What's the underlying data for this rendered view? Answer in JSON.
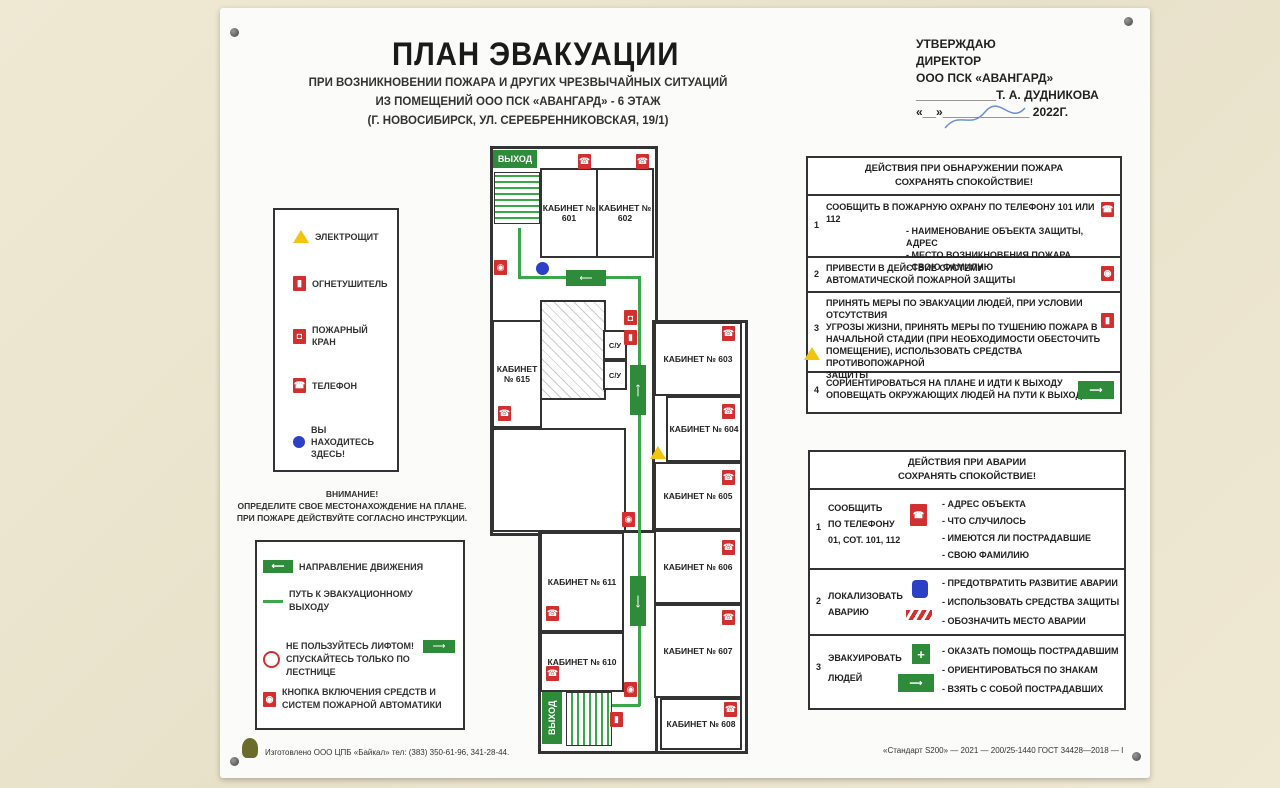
{
  "title": "ПЛАН ЭВАКУАЦИИ",
  "subtitle_lines": [
    "ПРИ ВОЗНИКНОВЕНИИ ПОЖАРА И ДРУГИХ ЧРЕЗВЫЧАЙНЫХ СИТУАЦИЙ",
    "ИЗ ПОМЕЩЕНИЙ ООО ПСК «АВАНГАРД» - 6 ЭТАЖ",
    "(Г. НОВОСИБИРСК, УЛ. СЕРЕБРЕННИКОВСКАЯ, 19/1)"
  ],
  "approval": {
    "line1": "УТВЕРЖДАЮ",
    "line2": "ДИРЕКТОР",
    "line3": "ООО ПСК «АВАНГАРД»",
    "line4": "____________Т. А. ДУДНИКОВА",
    "line5": "«__»_____________ 2022Г."
  },
  "legend": {
    "items": [
      {
        "label": "ЭЛЕКТРОЩИТ",
        "icon": "warning-icon"
      },
      {
        "label": "ОГНЕТУШИТЕЛЬ",
        "icon": "extinguisher-icon"
      },
      {
        "label": "ПОЖАРНЫЙ КРАН",
        "icon": "fire-hydrant-icon"
      },
      {
        "label": "ТЕЛЕФОН",
        "icon": "phone-icon"
      },
      {
        "label": "ВЫ НАХОДИТЕСЬ ЗДЕСЬ!",
        "icon": "you-are-here-icon"
      }
    ]
  },
  "attention": {
    "head": "ВНИМАНИЕ!",
    "line1": "ОПРЕДЕЛИТЕ СВОЕ МЕСТОНАХОЖДЕНИЕ НА ПЛАНЕ.",
    "line2": "ПРИ ПОЖАРЕ ДЕЙСТВУЙТЕ СОГЛАСНО ИНСТРУКЦИИ."
  },
  "legend2": {
    "direction": "НАПРАВЛЕНИЕ ДВИЖЕНИЯ",
    "path": "ПУТЬ К ЭВАКУАЦИОННОМУ ВЫХОДУ",
    "lift": "НЕ ПОЛЬЗУЙТЕСЬ ЛИФТОМ! СПУСКАЙТЕСЬ ТОЛЬКО ПО ЛЕСТНИЦЕ",
    "button": "КНОПКА ВКЛЮЧЕНИЯ СРЕДСТВ И СИСТЕМ ПОЖАРНОЙ АВТОМАТИКИ"
  },
  "plan": {
    "exit_top": "ВЫХОД",
    "exit_bottom": "ВЫХОД",
    "rooms": {
      "r601": "КАБИНЕТ № 601",
      "r602": "КАБИНЕТ № 602",
      "r603": "КАБИНЕТ № 603",
      "r604": "КАБИНЕТ № 604",
      "r605": "КАБИНЕТ № 605",
      "r606": "КАБИНЕТ № 606",
      "r607": "КАБИНЕТ № 607",
      "r608": "КАБИНЕТ № 608",
      "r610": "КАБИНЕТ № 610",
      "r611": "КАБИНЕТ № 611",
      "r615": "КАБИНЕТ № 615"
    },
    "su1": "С/У",
    "su2": "С/У"
  },
  "fire_table": {
    "head1": "ДЕЙСТВИЯ ПРИ ОБНАРУЖЕНИИ ПОЖАРА",
    "head2": "СОХРАНЯТЬ СПОКОЙСТВИЕ!",
    "rows": [
      {
        "n": "1",
        "l1": "СООБЩИТЬ В ПОЖАРНУЮ ОХРАНУ ПО ТЕЛЕФОНУ 101 ИЛИ 112",
        "l2": "- НАИМЕНОВАНИЕ ОБЪЕКТА ЗАЩИТЫ, АДРЕС",
        "l3": "- МЕСТО ВОЗНИКНОВЕНИЯ ПОЖАРА",
        "l4": "- СВОЮ ФАМИЛИЮ"
      },
      {
        "n": "2",
        "l1": "ПРИВЕСТИ В ДЕЙСТВИЕ СИСТЕМУ",
        "l2": "АВТОМАТИЧЕСКОЙ ПОЖАРНОЙ ЗАЩИТЫ"
      },
      {
        "n": "3",
        "l1": "ПРИНЯТЬ МЕРЫ ПО ЭВАКУАЦИИ ЛЮДЕЙ, ПРИ УСЛОВИИ ОТСУТСТВИЯ",
        "l2": "УГРОЗЫ ЖИЗНИ, ПРИНЯТЬ МЕРЫ ПО ТУШЕНИЮ ПОЖАРА В",
        "l3": "НАЧАЛЬНОЙ СТАДИИ (ПРИ НЕОБХОДИМОСТИ ОБЕСТОЧИТЬ",
        "l4": "ПОМЕЩЕНИЕ), ИСПОЛЬЗОВАТЬ СРЕДСТВА ПРОТИВОПОЖАРНОЙ",
        "l5": "ЗАЩИТЫ"
      },
      {
        "n": "4",
        "l1": "СОРИЕНТИРОВАТЬСЯ НА ПЛАНЕ И ИДТИ К ВЫХОДУ",
        "l2": "ОПОВЕЩАТЬ ОКРУЖАЮЩИХ ЛЮДЕЙ НА ПУТИ К ВЫХОДУ"
      }
    ]
  },
  "accident_table": {
    "head1": "ДЕЙСТВИЯ ПРИ АВАРИИ",
    "head2": "СОХРАНЯТЬ СПОКОЙСТВИЕ!",
    "rows": [
      {
        "n": "1",
        "left1": "СООБЩИТЬ",
        "left2": "ПО ТЕЛЕФОНУ",
        "left3": "01, СОТ. 101, 112",
        "r1": "- АДРЕС ОБЪЕКТА",
        "r2": "- ЧТО СЛУЧИЛОСЬ",
        "r3": "- ИМЕЮТСЯ ЛИ ПОСТРАДАВШИЕ",
        "r4": "- СВОЮ ФАМИЛИЮ"
      },
      {
        "n": "2",
        "left1": "ЛОКАЛИЗОВАТЬ",
        "left2": "АВАРИЮ",
        "r1": "- ПРЕДОТВРАТИТЬ РАЗВИТИЕ   АВАРИИ",
        "r2": "- ИСПОЛЬЗОВАТЬ СРЕДСТВА   ЗАЩИТЫ",
        "r3": "- ОБОЗНАЧИТЬ МЕСТО АВАРИИ"
      },
      {
        "n": "3",
        "left1": "ЭВАКУИРОВАТЬ",
        "left2": "ЛЮДЕЙ",
        "r1": "- ОКАЗАТЬ ПОМОЩЬ ПОСТРАДАВШИМ",
        "r2": "- ОРИЕНТИРОВАТЬСЯ ПО ЗНАКАМ",
        "r3": "- ВЗЯТЬ С СОБОЙ ПОСТРАДАВШИХ"
      }
    ]
  },
  "footer_left": "Изготовлено ООО ЦПБ «Байкал» тел: (383) 350-61-96, 341-28-44.",
  "footer_right": "«Стандарт S200» — 2021 — 200/25-1440 ГОСТ 34428—2018 — I"
}
